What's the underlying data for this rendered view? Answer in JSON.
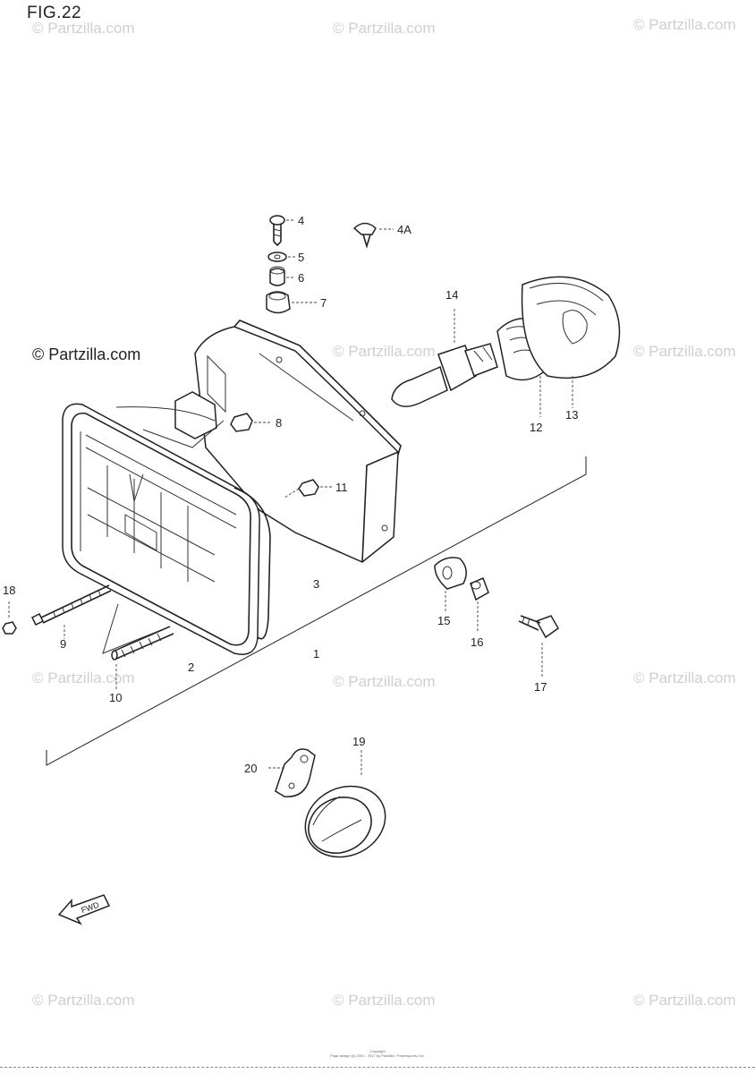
{
  "figure": {
    "title": "FIG.22"
  },
  "watermark": {
    "text": "© Partzilla.com",
    "feature_text": "© Partzilla.com"
  },
  "labels": {
    "l1": "1",
    "l2": "2",
    "l3": "3",
    "l4": "4",
    "l4a": "4A",
    "l5": "5",
    "l6": "6",
    "l7": "7",
    "l8": "8",
    "l9": "9",
    "l10": "10",
    "l11": "11",
    "l12": "12",
    "l13": "13",
    "l14": "14",
    "l15": "15",
    "l16": "16",
    "l17": "17",
    "l18": "18",
    "l19": "19",
    "l20": "20"
  },
  "fwd_arrow": {
    "text": "FWD"
  },
  "footer": {
    "line1": "Copyright",
    "line2": "Page design (c) 2001 - 2017 by Partzilla / Powersports, Inc."
  }
}
